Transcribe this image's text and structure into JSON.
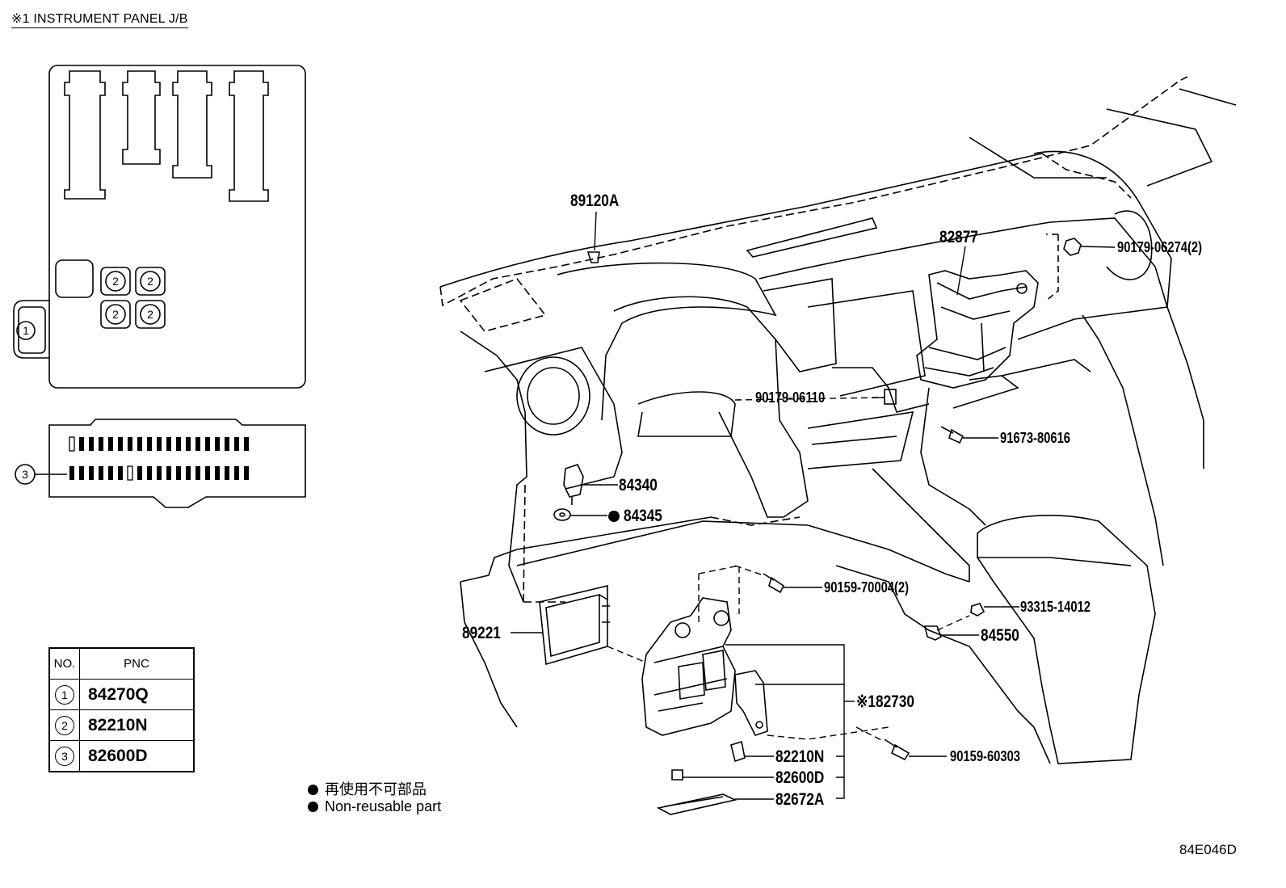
{
  "title": "※1 INSTRUMENT PANEL J/B",
  "jb_markers": {
    "connector_1": "1",
    "fuse_2": "2",
    "block_3": "3"
  },
  "pnc_table": {
    "header_no": "NO.",
    "header_pnc": "PNC",
    "rows": [
      {
        "no": "1",
        "pnc": "84270Q"
      },
      {
        "no": "2",
        "pnc": "82210N"
      },
      {
        "no": "3",
        "pnc": "82600D"
      }
    ]
  },
  "part_labels": {
    "p89120A": "89120A",
    "p82877": "82877",
    "p90179_06274": "90179-06274(2)",
    "p90179_06110": "90179-06110",
    "p91673_80616": "91673-80616",
    "p84340": "84340",
    "p84345": "84345",
    "p90159_70004": "90159-70004(2)",
    "p93315_14012": "93315-14012",
    "p84550": "84550",
    "p89221": "89221",
    "p82730": "※182730",
    "p90159_60303": "90159-60303",
    "p82210N": "82210N",
    "p82600D": "82600D",
    "p82672A": "82672A"
  },
  "legend": {
    "japanese": "再使用不可部品",
    "english": "Non-reusable part"
  },
  "figure_id": "84E046D"
}
